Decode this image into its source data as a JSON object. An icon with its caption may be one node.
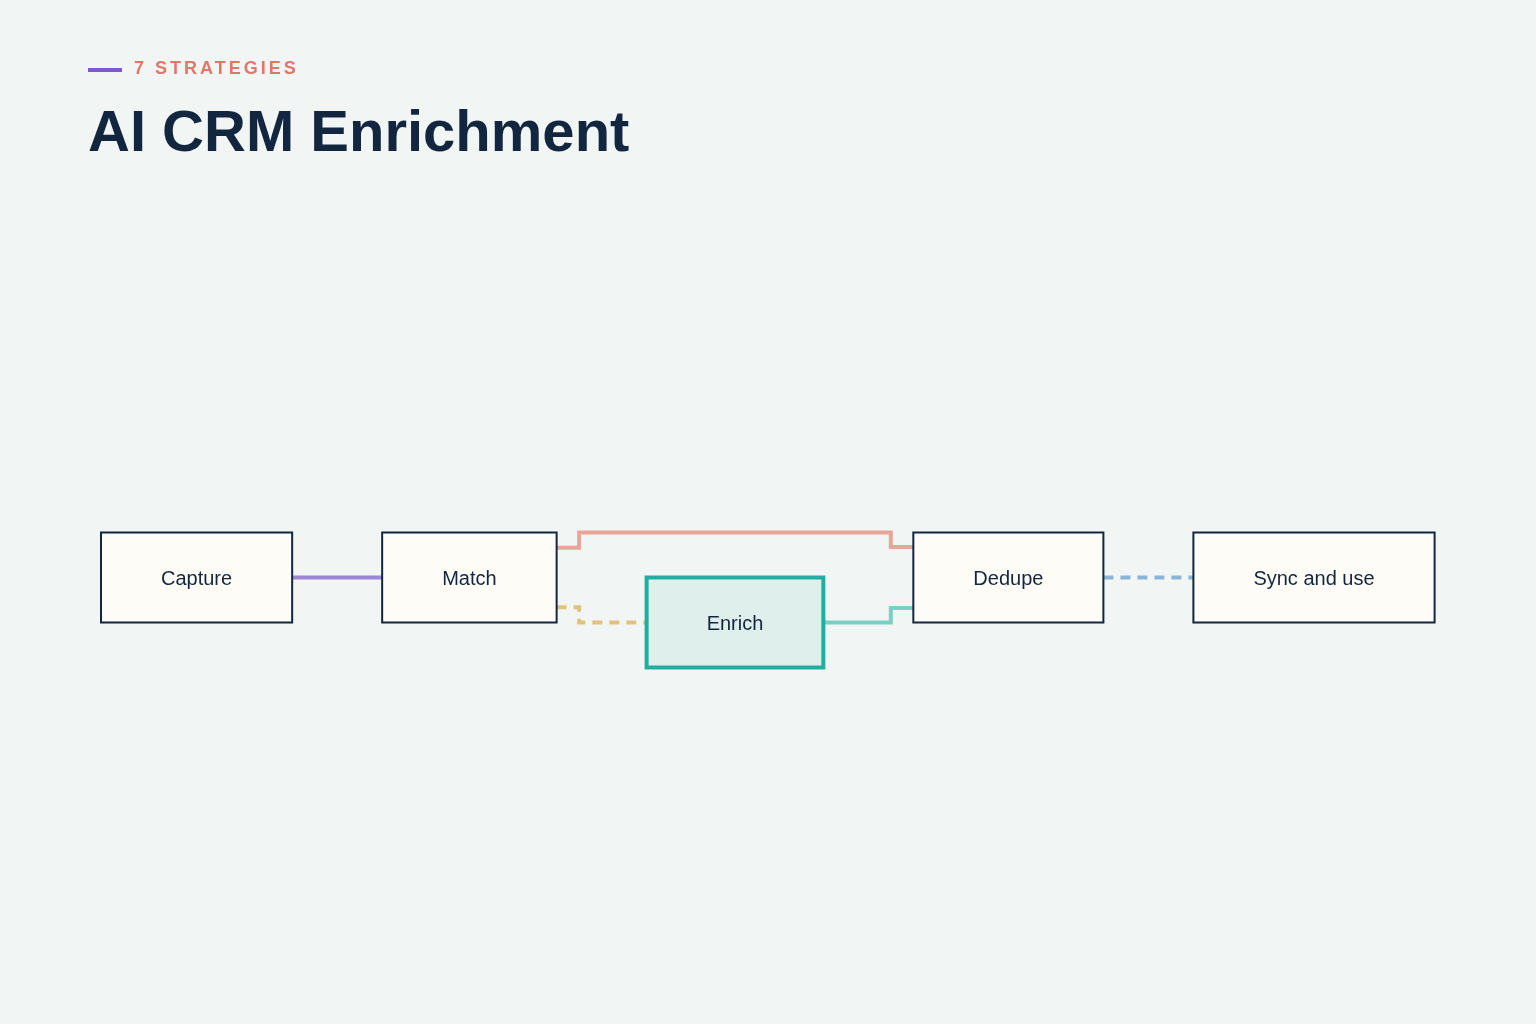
{
  "diagram": {
    "title": "AI CRM Enrichment",
    "nodes": [
      {
        "text": [
          "Capture"
        ]
      },
      {
        "text": [
          "Match"
        ]
      },
      {
        "text": [
          "Dedupe"
        ]
      },
      {
        "text": [
          "Enrich"
        ]
      },
      {
        "text": [
          "Sync and use"
        ]
      }
    ],
    "edges": [
      {
        "from": 0,
        "to": 1,
        "arrow": "none",
        "color": "#9b87d6"
      },
      {
        "from": 1,
        "to": 2,
        "arrow": "none",
        "color": "#e8a598"
      },
      {
        "from": 1,
        "to": 3,
        "arrow": "none",
        "style": "dashed",
        "color": "#e0c27e"
      },
      {
        "from": 3,
        "to": 2,
        "arrow": "none",
        "color": "#7ccfc4"
      },
      {
        "from": 2,
        "to": 4,
        "arrow": "none",
        "style": "dashed",
        "color": "#8ab4d8"
      }
    ],
    "labels": [
      "7 STRATEGIES"
    ]
  }
}
